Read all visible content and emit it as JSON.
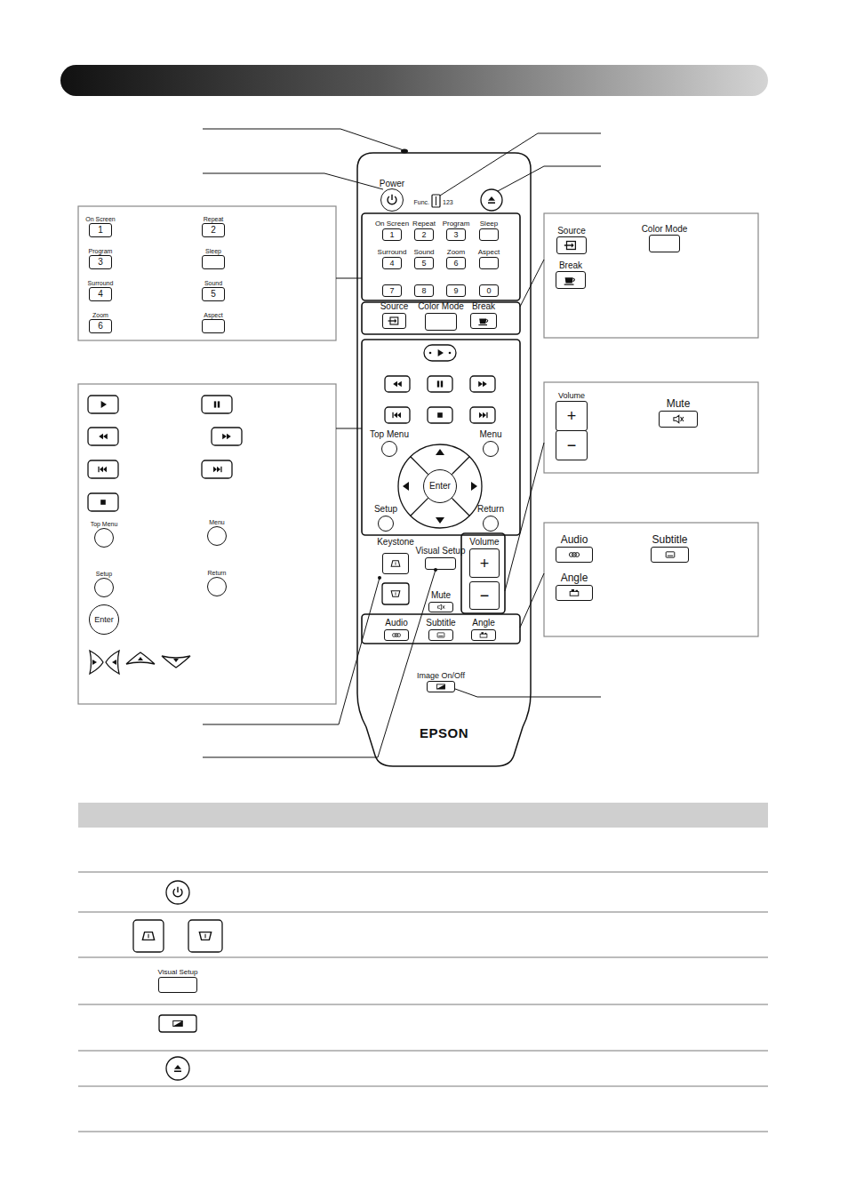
{
  "diagram": {
    "nodes": [
      {
        "text": [
          "EPSON"
        ]
      },
      {
        "text": [
          "Power"
        ],
        "in": 0
      },
      {
        "text": [
          "On Screen",
          "1"
        ],
        "in": 0
      },
      {
        "text": [
          "Repeat",
          "2"
        ],
        "in": 0
      },
      {
        "text": [
          "Program",
          "3"
        ],
        "in": 0
      },
      {
        "text": [
          "Sleep"
        ],
        "in": 0
      },
      {
        "text": [
          "Surround",
          "4"
        ],
        "in": 0
      },
      {
        "text": [
          "Sound",
          "5"
        ],
        "in": 0
      },
      {
        "text": [
          "Zoom",
          "6"
        ],
        "in": 0
      },
      {
        "text": [
          "Aspect"
        ],
        "in": 0
      },
      {
        "text": [
          "7"
        ],
        "in": 0
      },
      {
        "text": [
          "8"
        ],
        "in": 0
      },
      {
        "text": [
          "9"
        ],
        "in": 0
      },
      {
        "text": [
          "0"
        ],
        "in": 0
      },
      {
        "text": [
          "Source"
        ],
        "in": 0
      },
      {
        "text": [
          "Color Mode"
        ],
        "in": 0
      },
      {
        "text": [
          "Break"
        ],
        "in": 0
      },
      {
        "text": [
          "Top Menu"
        ],
        "in": 0
      },
      {
        "text": [
          "Menu"
        ],
        "in": 0
      },
      {
        "text": [
          "Enter"
        ],
        "in": 0
      },
      {
        "text": [
          "Setup"
        ],
        "in": 0
      },
      {
        "text": [
          "Return"
        ],
        "in": 0
      },
      {
        "text": [
          "Keystone"
        ],
        "in": 0
      },
      {
        "text": [
          "Visual Setup"
        ],
        "in": 0
      },
      {
        "text": [
          "Volume",
          "+"
        ],
        "in": 0
      },
      {
        "text": [
          "−"
        ],
        "in": 0
      },
      {
        "text": [
          "Mute"
        ],
        "in": 0
      },
      {
        "text": [
          "Audio"
        ],
        "in": 0
      },
      {
        "text": [
          "Subtitle"
        ],
        "in": 0
      },
      {
        "text": [
          "Angle"
        ],
        "in": 0
      },
      {
        "text": [
          "Image On/Off"
        ],
        "in": 0
      },
      {
        "text": [
          "On Screen",
          "1"
        ]
      },
      {
        "text": [
          "Repeat",
          "2"
        ]
      },
      {
        "text": [
          "Program",
          "3"
        ]
      },
      {
        "text": [
          "Sleep"
        ]
      },
      {
        "text": [
          "Surround",
          "4"
        ]
      },
      {
        "text": [
          "Sound",
          "5"
        ]
      },
      {
        "text": [
          "Zoom",
          "6"
        ]
      },
      {
        "text": [
          "Aspect"
        ]
      },
      {
        "text": [
          "Top Menu"
        ]
      },
      {
        "text": [
          "Menu"
        ]
      },
      {
        "text": [
          "Setup"
        ]
      },
      {
        "text": [
          "Return"
        ]
      },
      {
        "text": [
          "Enter"
        ]
      },
      {
        "text": [
          "Source"
        ]
      },
      {
        "text": [
          "Color Mode"
        ]
      },
      {
        "text": [
          "Break"
        ]
      },
      {
        "text": [
          "Volume",
          "+"
        ]
      },
      {
        "text": [
          "−"
        ]
      },
      {
        "text": [
          "Mute"
        ]
      },
      {
        "text": [
          "Audio"
        ]
      },
      {
        "text": [
          "Subtitle"
        ]
      },
      {
        "text": [
          "Angle"
        ]
      },
      {
        "text": [
          "Visual Setup"
        ]
      }
    ],
    "labels": [
      "Func.",
      "123"
    ]
  }
}
